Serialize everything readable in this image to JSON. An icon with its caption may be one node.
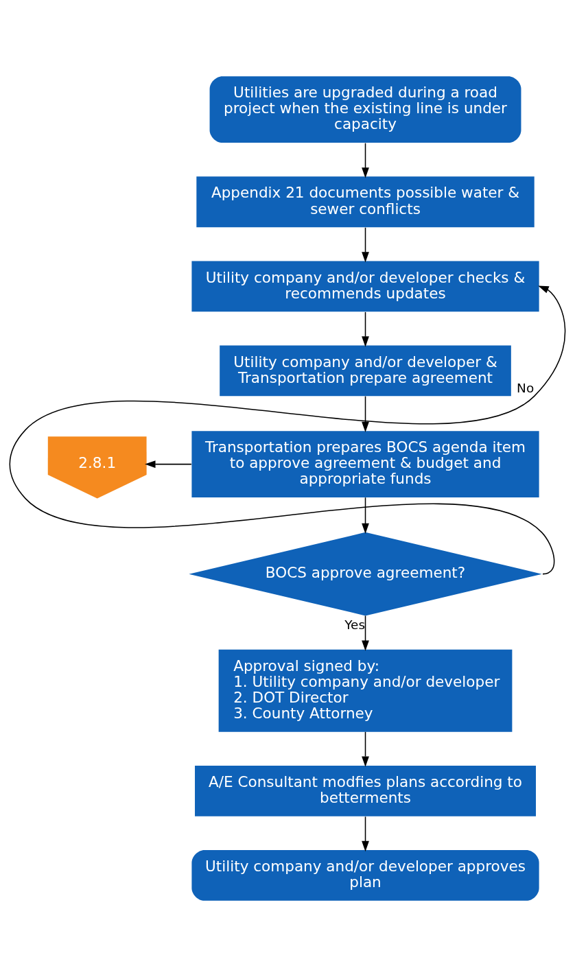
{
  "diagram": {
    "nodes": [
      {
        "text": [
          "Utilities are upgraded during a road project when the existing line is under capacity"
        ]
      },
      {
        "text": [
          "Appendix 21 documents possible water & sewer conflicts"
        ]
      },
      {
        "text": [
          "Utility company and/or developer checks & recommends updates"
        ]
      },
      {
        "text": [
          "Utility company and/or developer & Transportation prepare agreement"
        ]
      },
      {
        "text": [
          "Transportation prepares BOCS agenda item to approve agreement & budget and appropriate funds"
        ]
      },
      {
        "text": [
          "2.8.1"
        ]
      },
      {
        "text": [
          "BOCS approve agreement?"
        ]
      },
      {
        "text": [
          "Approval signed by:",
          "1. Utility company and/or developer",
          "2. DOT Director",
          "3. County Attorney"
        ]
      },
      {
        "text": [
          "A/E Consultant modfies plans according to betterments"
        ]
      },
      {
        "text": [
          "Utility company and/or developer approves plan"
        ]
      }
    ],
    "edges": [
      {
        "from": 0,
        "to": 1,
        "arrow": "to"
      },
      {
        "from": 1,
        "to": 2,
        "arrow": "to"
      },
      {
        "from": 2,
        "to": 3,
        "arrow": "to"
      },
      {
        "from": 3,
        "to": 4,
        "arrow": "to"
      },
      {
        "from": 4,
        "to": 5,
        "arrow": "to"
      },
      {
        "from": 4,
        "to": 6,
        "arrow": "to"
      },
      {
        "from": 6,
        "to": 7,
        "arrow": "to",
        "label": "Yes"
      },
      {
        "from": 6,
        "to": 2,
        "arrow": "to",
        "label": "No"
      },
      {
        "from": 7,
        "to": 8,
        "arrow": "to"
      },
      {
        "from": 8,
        "to": 9,
        "arrow": "to"
      }
    ]
  }
}
